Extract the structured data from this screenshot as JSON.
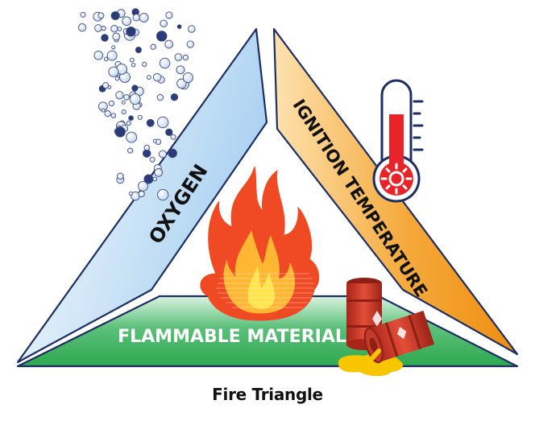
{
  "diagram": {
    "sides": {
      "oxygen": "OXYGEN",
      "ignition": "IGNITION TEMPERATURE",
      "fuel": "FLAMMABLE MATERIAL"
    },
    "caption": "Fire Triangle"
  },
  "colors": {
    "oxygen_light": "#f2f8ff",
    "oxygen_dark": "#a8d0f0",
    "ignition_light": "#fde2b0",
    "ignition_dark": "#f29a1d",
    "fuel_light": "#c7edd4",
    "fuel_dark": "#2ea84f",
    "outline": "#1c2e63",
    "flame_outer": "#f04a24",
    "flame_inner": "#ffd84a",
    "thermometer_red": "#e8232a",
    "barrel_red": "#d9412f",
    "spill_yellow": "#f7c600"
  },
  "icons": [
    "bubbles-icon",
    "thermometer-icon",
    "flame-icon",
    "barrel-icon"
  ]
}
